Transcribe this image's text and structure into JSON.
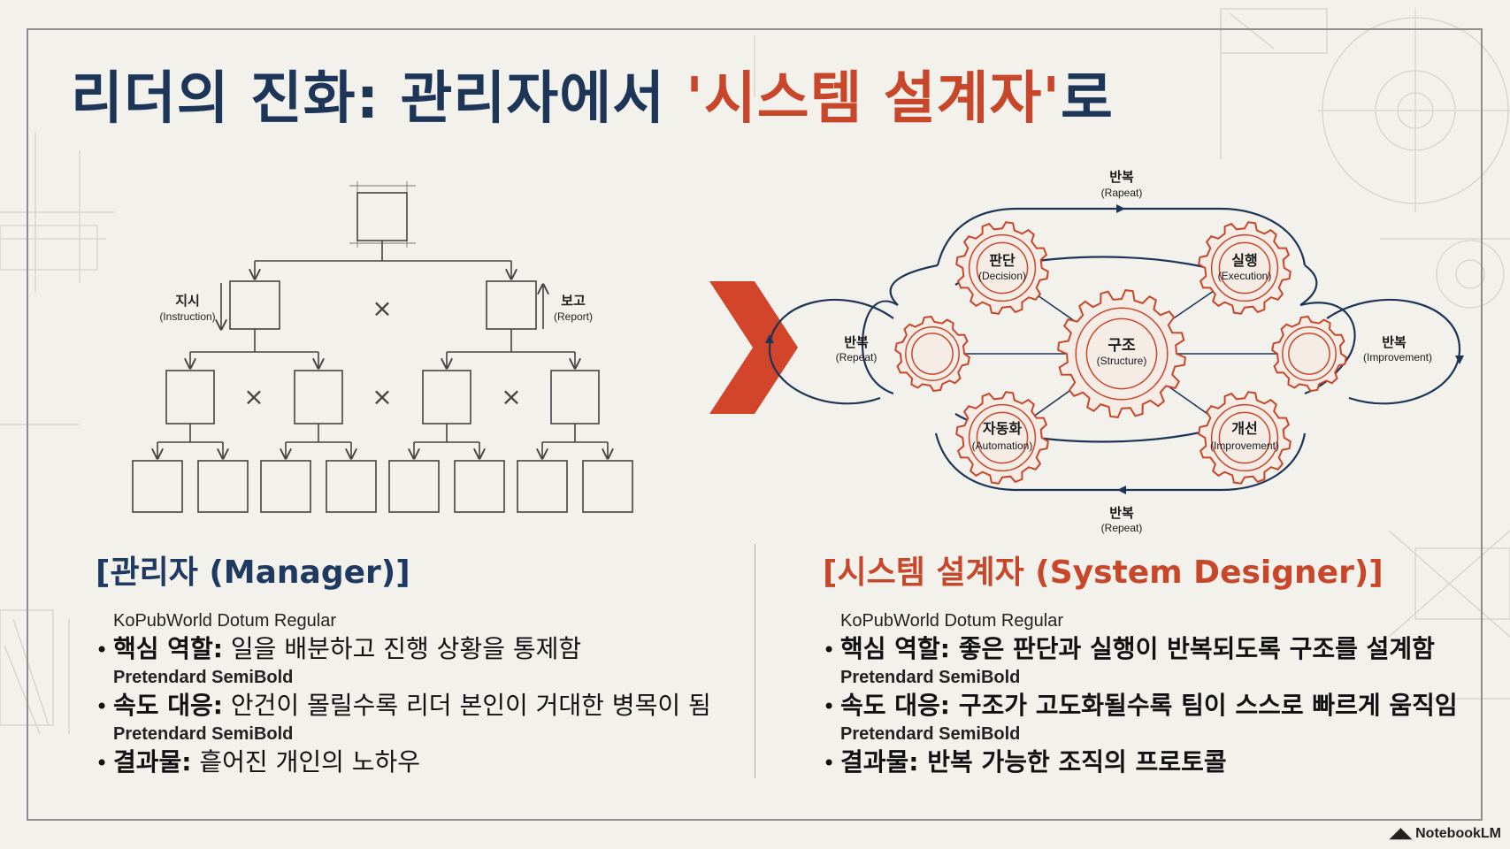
{
  "title": {
    "prefix": "리더의 진화: 관리자에서 ",
    "highlight": "'시스템 설계자'",
    "suffix": "로"
  },
  "org_chart": {
    "instruction_label": "지시",
    "instruction_sub": "(Instruction)",
    "report_label": "보고",
    "report_sub": "(Report)",
    "cross_symbol": "×"
  },
  "cycle": {
    "center": {
      "label": "구조",
      "sub": "(Structure)"
    },
    "decision": {
      "label": "판단",
      "sub": "(Decision)"
    },
    "execution": {
      "label": "실행",
      "sub": "(Execution)"
    },
    "automation": {
      "label": "자동화",
      "sub": "(Automation)"
    },
    "improvement": {
      "label": "개선",
      "sub": "(Improvement)"
    },
    "loop_top": {
      "label": "반복",
      "sub": "(Rapeat)"
    },
    "loop_left": {
      "label": "반복",
      "sub": "(Repeat)"
    },
    "loop_right": {
      "label": "반복",
      "sub": "(Improvement)"
    },
    "loop_bottom": {
      "label": "반복",
      "sub": "(Repeat)"
    }
  },
  "colors": {
    "navy": "#1d3557",
    "accent": "#c8472b",
    "background": "#f3f1ec"
  },
  "manager": {
    "heading": "[관리자 (Manager)]",
    "items": [
      {
        "note": "KoPubWorld Dotum Regular",
        "key": "핵심 역할:",
        "value": " 일을 배분하고 진행 상황을 통제함"
      },
      {
        "note": "Pretendard SemiBold",
        "key": "속도 대응:",
        "value": " 안건이 몰릴수록 리더 본인이 거대한 병목이 됨"
      },
      {
        "note": "Pretendard SemiBold",
        "key": "결과물:",
        "value": " 흩어진 개인의 노하우"
      }
    ]
  },
  "designer": {
    "heading": "[시스템 설계자 (System Designer)]",
    "items": [
      {
        "note": "KoPubWorld Dotum Regular",
        "key": "핵심 역할:",
        "value": " 좋은 판단과 실행이 반복되도록 구조를 설계함"
      },
      {
        "note": "Pretendard SemiBold",
        "key": "속도 대응:",
        "value": " 구조가 고도화될수록 팀이 스스로 빠르게 움직임"
      },
      {
        "note": "Pretendard SemiBold",
        "key": "결과물:",
        "value": " 반복 가능한 조직의 프로토콜"
      }
    ]
  },
  "bullet": "•",
  "brand": "NotebookLM"
}
